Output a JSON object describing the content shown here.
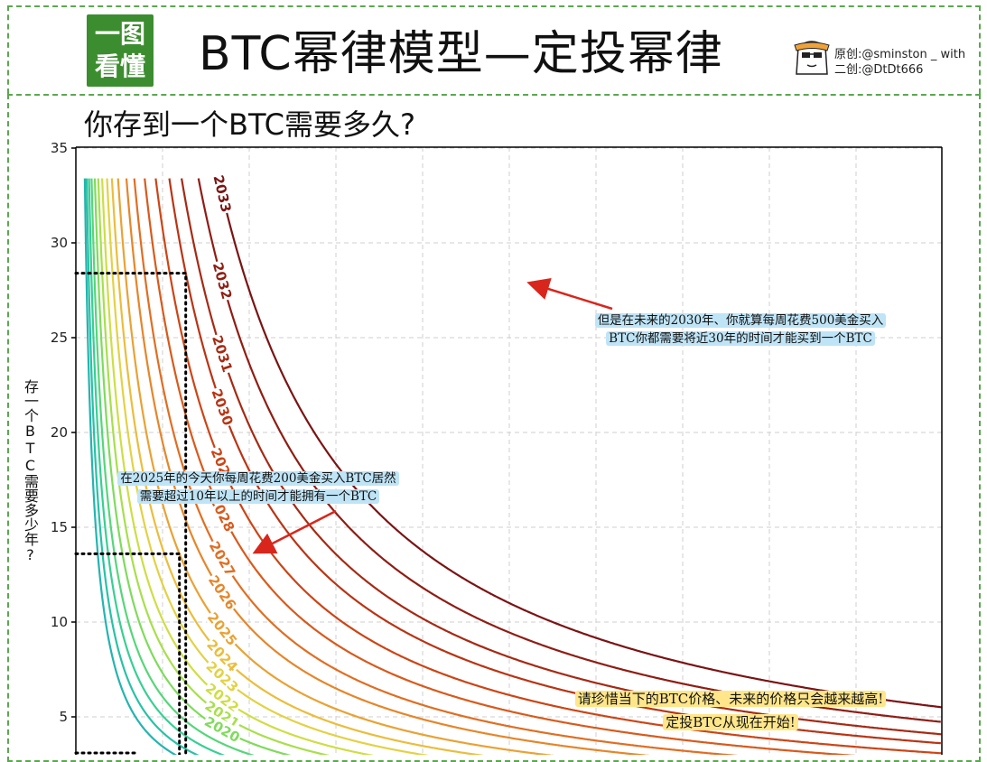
{
  "header": {
    "logo_line1": "一图",
    "logo_line2": "看懂",
    "title": "BTC幂律模型—定投幂律",
    "credit_line1": "原创:@sminston _ with",
    "credit_line2": "二创:@DtDt666"
  },
  "subtitle": "你存到一个BTC需要多久?",
  "annotations": {
    "a2030_line1": "但是在未来的2030年、你就算每周花费500美金买入",
    "a2030_line2": "BTC你都需要将近30年的时间才能买到一个BTC",
    "a2025_line1": "在2025年的今天你每周花费200美金买入BTC居然",
    "a2025_line2": "需要超过10年以上的时间才能拥有一个BTC",
    "cta_line1": "请珍惜当下的BTC价格、未来的价格只会越来越高!",
    "cta_line2": "定投BTC从现在开始!"
  },
  "colors": {
    "frame": "#5aa84f",
    "logo_bg": "#3c8d2f",
    "highlight_blue": "#bfe4f6",
    "highlight_yellow": "#ffe68a",
    "arrow": "#d9261c"
  },
  "chart_data": {
    "type": "line",
    "ylabel": "存一个BTC需要多少年?",
    "xlabel": "",
    "ylim": [
      3,
      35
    ],
    "yticks": [
      5,
      10,
      15,
      20,
      25,
      30,
      35
    ],
    "grid": true,
    "contour_model": "years = k / x",
    "series": [
      {
        "name": "2033",
        "k": 4400,
        "color": "#7a1414"
      },
      {
        "name": "2032",
        "k": 3780,
        "color": "#8f1d14"
      },
      {
        "name": "2031",
        "k": 3260,
        "color": "#a52a14"
      },
      {
        "name": "2030",
        "k": 2880,
        "color": "#b93414"
      },
      {
        "name": "2029",
        "k": 2460,
        "color": "#cc4516"
      },
      {
        "name": "2028",
        "k": 2120,
        "color": "#d85a1c"
      },
      {
        "name": "2027",
        "k": 1800,
        "color": "#e06e22"
      },
      {
        "name": "2026",
        "k": 1560,
        "color": "#e5862a"
      },
      {
        "name": "2025",
        "k": 1300,
        "color": "#e9a234"
      },
      {
        "name": "2024",
        "k": 1110,
        "color": "#ebbd3c"
      },
      {
        "name": "2023",
        "k": 960,
        "color": "#e2d244"
      },
      {
        "name": "2022",
        "k": 810,
        "color": "#cede44"
      },
      {
        "name": "2021",
        "k": 690,
        "color": "#a8df4c"
      },
      {
        "name": "2020",
        "k": 585,
        "color": "#7fdb5c"
      },
      {
        "name": "",
        "k": 485,
        "color": "#56d679"
      },
      {
        "name": "",
        "k": 405,
        "color": "#38cf93"
      },
      {
        "name": "",
        "k": 335,
        "color": "#28c2a5"
      },
      {
        "name": "",
        "k": 275,
        "color": "#24b4b0"
      }
    ],
    "highlight_points": [
      {
        "label": "2025",
        "y": 13.6
      },
      {
        "label": "2030",
        "y": 28.4
      }
    ]
  }
}
